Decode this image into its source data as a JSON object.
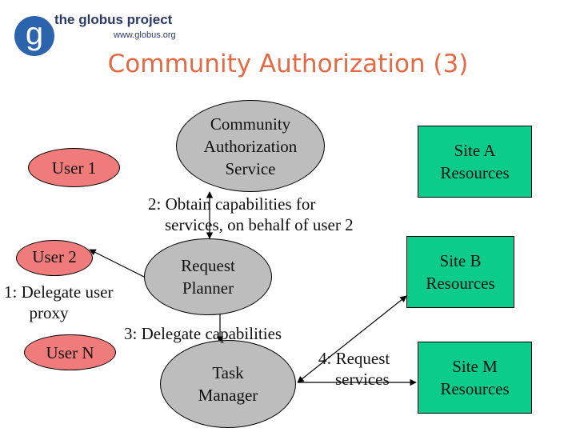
{
  "header": {
    "logo_name": "the globus project",
    "logo_url": "www.globus.org",
    "logo_letter": "g",
    "title": "Community Authorization (3)"
  },
  "nodes": {
    "cas": "Community\nAuthorization\nService",
    "user1": "User 1",
    "user2": "User 2",
    "usern": "User N",
    "request_planner": "Request\nPlanner",
    "task_manager": "Task\nManager",
    "site_a": "Site A\nResources",
    "site_b": "Site B\nResources",
    "site_m": "Site M\nResources"
  },
  "labels": {
    "step2": "2: Obtain capabilities for\n    services, on behalf of user 2",
    "step1": "1: Delegate user\n      proxy",
    "step3": "3: Delegate capabilities",
    "step4": "4: Request\n    services"
  },
  "colors": {
    "title": "#e46a45",
    "user": "#f07b7b",
    "service": "#bdbdbd",
    "site": "#0bcc8a",
    "logo": "#2b63ad"
  }
}
